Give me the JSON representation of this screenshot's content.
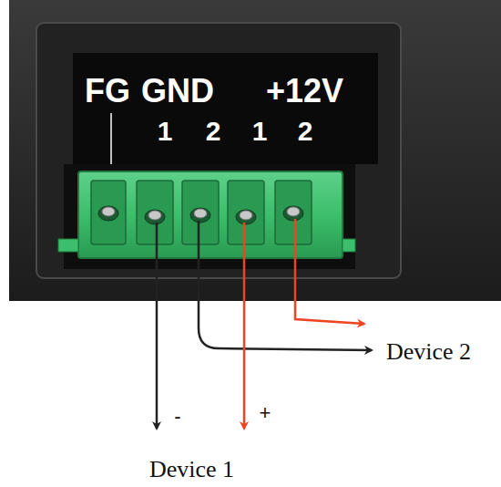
{
  "diagram": {
    "labels": [
      "FG",
      "GND",
      "+12V",
      "1",
      "2",
      "1",
      "2",
      "-",
      "+",
      "Device 2",
      "Device 1"
    ]
  }
}
